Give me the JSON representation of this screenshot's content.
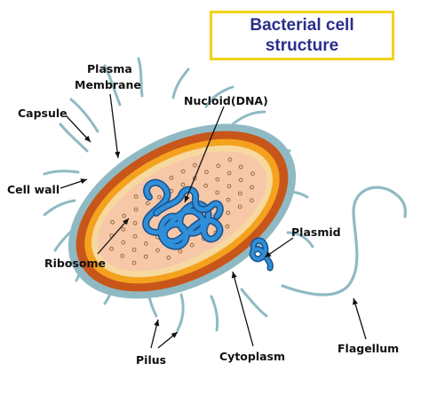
{
  "title": {
    "line1": "Bacterial cell",
    "line2": "structure"
  },
  "labels": {
    "plasma_membrane_line1": "Plasma",
    "plasma_membrane_line2": "Membrane",
    "capsule": "Capsule",
    "nucloid": "Nucloid(DNA)",
    "cell_wall": "Cell wall",
    "plasmid": "Plasmid",
    "ribosome": "Ribosome",
    "pilus": "Pilus",
    "cytoplasm": "Cytoplasm",
    "flagellum": "Flagellum"
  },
  "colors": {
    "capsule": "#8fbac4",
    "cell_wall": "#c8561a",
    "plasma_membrane": "#f4a21e",
    "cytoplasm": "#f6c8a8",
    "dna": "#2f8fd8",
    "dna_outline": "#1b4f8a",
    "ribosome": "#9a6a3a",
    "title_border": "#f2d21c",
    "title_text": "#2a2e8c"
  }
}
